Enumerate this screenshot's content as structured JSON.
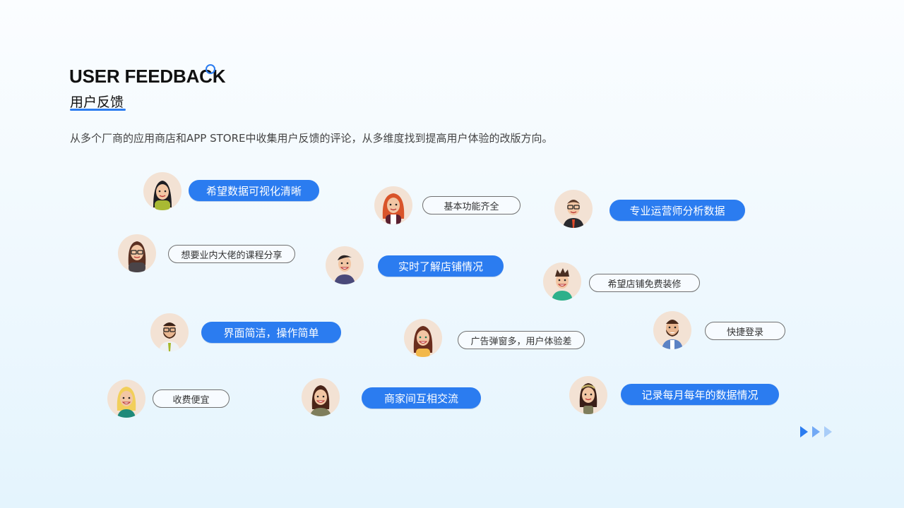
{
  "header": {
    "title_en": "USER FEEDBACK",
    "title_cn": "用户反馈",
    "subtitle": "从多个厂商的应用商店和APP STORE中收集用户反馈的评论，从多维度找到提高用户体验的改版方向。"
  },
  "colors": {
    "accent": "#2b7cf0",
    "outline_border": "#707070",
    "text_dark": "#111111"
  },
  "feedback": [
    {
      "text": "希望数据可视化清晰",
      "style": "blue",
      "avatar": "woman-long-black-hair-avatar"
    },
    {
      "text": "基本功能齐全",
      "style": "outline",
      "avatar": "woman-red-hair-avatar"
    },
    {
      "text": "专业运营师分析数据",
      "style": "blue",
      "avatar": "man-glasses-suit-avatar"
    },
    {
      "text": "想要业内大佬的课程分享",
      "style": "outline",
      "avatar": "woman-glasses-avatar"
    },
    {
      "text": "实时了解店铺情况",
      "style": "blue",
      "avatar": "man-smiling-avatar"
    },
    {
      "text": "希望店铺免费装修",
      "style": "outline",
      "avatar": "man-spiky-hair-avatar"
    },
    {
      "text": "界面简洁，操作简单",
      "style": "blue",
      "avatar": "man-beard-glasses-tie-avatar"
    },
    {
      "text": "广告弹窗多，用户体验差",
      "style": "outline",
      "avatar": "woman-brown-hair-avatar"
    },
    {
      "text": "快捷登录",
      "style": "outline",
      "avatar": "man-beard-denim-avatar"
    },
    {
      "text": "收费便宜",
      "style": "outline",
      "avatar": "woman-blonde-avatar"
    },
    {
      "text": "商家间互相交流",
      "style": "blue",
      "avatar": "woman-olive-shirt-avatar"
    },
    {
      "text": "记录每月每年的数据情况",
      "style": "blue",
      "avatar": "woman-headband-avatar"
    }
  ],
  "pager": {
    "icon": "triple-arrow-right-icon"
  }
}
